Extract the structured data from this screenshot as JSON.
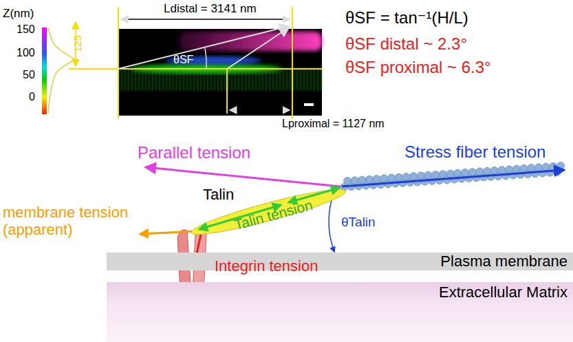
{
  "diagram": {
    "nodes": [
      {
        "text": [
          "Talin"
        ]
      },
      {
        "text": [
          "Plasma membrane"
        ]
      },
      {
        "text": [
          "Extracellular Matrix"
        ]
      }
    ],
    "labels": [
      "Z(nm)",
      "150",
      "100",
      "50",
      "0",
      "125",
      "Ldistal = 3141 nm",
      "θSF",
      "Lproximal = 1127 nm",
      "θSF = tan⁻¹(H/L)",
      "θSF distal ~ 2.3°",
      "θSF proximal ~ 6.3°",
      "Stress fiber tension",
      "Parallel tension",
      "Talin tension",
      "θTalin",
      "membrane tension (apparent)",
      "Integrin tension"
    ]
  }
}
